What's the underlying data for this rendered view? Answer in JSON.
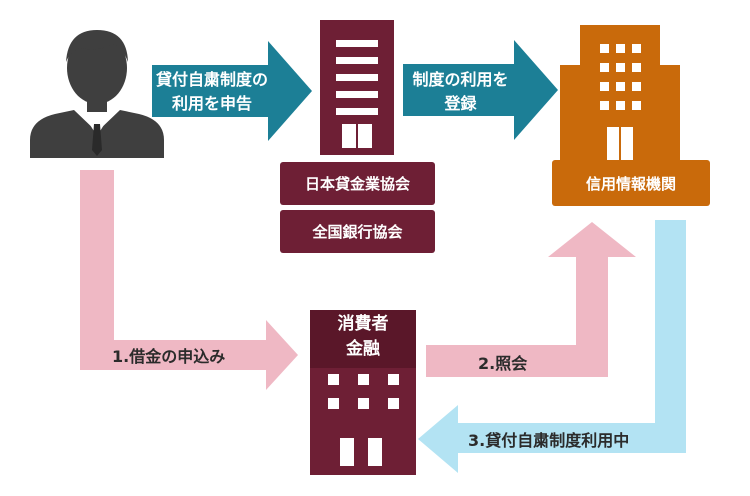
{
  "colors": {
    "teal": "#1c7f96",
    "maroon": "#6e1f35",
    "maroon_light": "#812a42",
    "orange": "#c96a0b",
    "pink": "#efb8c4",
    "lightblue": "#b3e3f3",
    "person": "#3f3f3f"
  },
  "icons": {
    "person": "person-icon",
    "association_building": "building-icon",
    "credit_bureau_building": "building-icon",
    "lender_building": "building-icon"
  },
  "arrows": {
    "apply_label_line1": "貸付自粛制度の",
    "apply_label_line2": "利用を申告",
    "register_label_line1": "制度の利用を",
    "register_label_line2": "登録"
  },
  "associations": [
    "日本貸金業協会",
    "全国銀行協会"
  ],
  "credit_bureau": {
    "label": "信用情報機関"
  },
  "lender": {
    "label_line1": "消費者",
    "label_line2": "金融"
  },
  "steps": {
    "step1": "1.借金の申込み",
    "step2": "2.照会",
    "step3": "3.貸付自粛制度利用中"
  }
}
